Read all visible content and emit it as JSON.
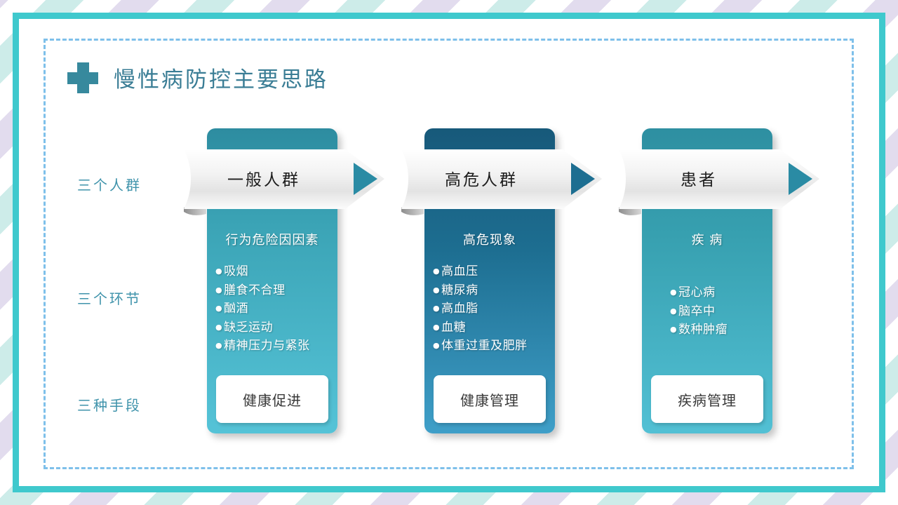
{
  "slide": {
    "title": "慢性病防控主要思路",
    "icon": "medical-cross-icon",
    "colors": {
      "frame": "#3fc9cd",
      "dashed_frame": "#7ec0ea",
      "title_text": "#3a7d95",
      "cross": "#37899d",
      "row_label": "#3f93ab",
      "stripe_purple": "#e2dcee",
      "stripe_teal": "#cdece9",
      "arrow_marker": "#2d8ca0"
    }
  },
  "row_labels": [
    {
      "text": "三个人群"
    },
    {
      "text": "三个环节"
    },
    {
      "text": "三种手段"
    }
  ],
  "columns": [
    {
      "header": "一般人群",
      "subtitle": "行为危险因因素",
      "bullets": [
        "吸烟",
        "膳食不合理",
        "酗酒",
        "缺乏运动",
        "精神压力与紧张"
      ],
      "bottom_box": "健康促进",
      "gradient_top": "#2d8ca0",
      "gradient_bottom": "#55c3d7"
    },
    {
      "header": "高危人群",
      "subtitle": "高危现象",
      "bullets": [
        "高血压",
        "糖尿病",
        "高血脂",
        "血糖",
        "体重过重及肥胖"
      ],
      "bottom_box": "健康管理",
      "gradient_top": "#17597a",
      "gradient_bottom": "#3f9fc8"
    },
    {
      "header": "患者",
      "subtitle": "疾  病",
      "bullets": [
        "冠心病",
        "脑卒中",
        "数种肿瘤"
      ],
      "bottom_box": "疾病管理",
      "gradient_top": "#2e8fa1",
      "gradient_bottom": "#52c0d4"
    }
  ]
}
